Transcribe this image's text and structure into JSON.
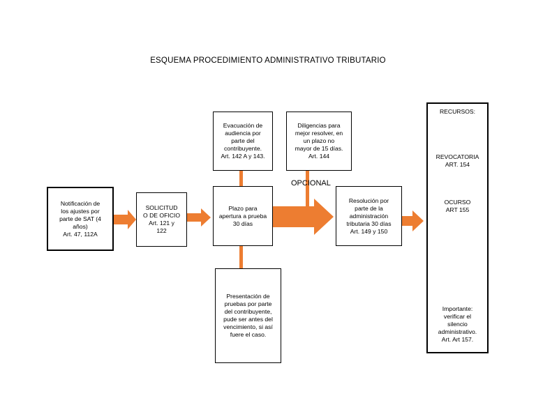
{
  "title": "ESQUEMA PROCEDIMIENTO ADMINISTRATIVO TRIBUTARIO",
  "accent_color": "#ED7D31",
  "boxes": {
    "notificacion": "Notificación de\nlos ajustes por\nparte de SAT (4\naños)\nArt. 47, 112A",
    "solicitud": "SOLICITUD\nO DE OFICIO\nArt.  121 y\n122",
    "plazo": "Plazo para\napertura a prueba\n30 días",
    "evacuacion": "Evacuación de\naudiencia por\nparte del\ncontribuyente.\nArt. 142 A y 143.",
    "diligencias": "Diligencias para\nmejor resolver, en\nun plazo no\nmayor de 15 días.\nArt. 144",
    "presentacion": "Presentación de\npruebas por parte\ndel contribuyente,\npude ser antes del\nvencimiento, si así\nfuere el caso.",
    "resolucion": "Resolución por\nparte de la\nadministración\ntributaria 30 días\nArt. 149 y 150"
  },
  "opcional_label": "OPCIONAL",
  "recursos": {
    "header": "RECURSOS:",
    "revocatoria": "REVOCATORIA\nART. 154",
    "ocurso": "OCURSO\nART 155",
    "importante": "Importante:\nverificar el\nsilencio\nadministrativo.\nArt. Art 157."
  }
}
